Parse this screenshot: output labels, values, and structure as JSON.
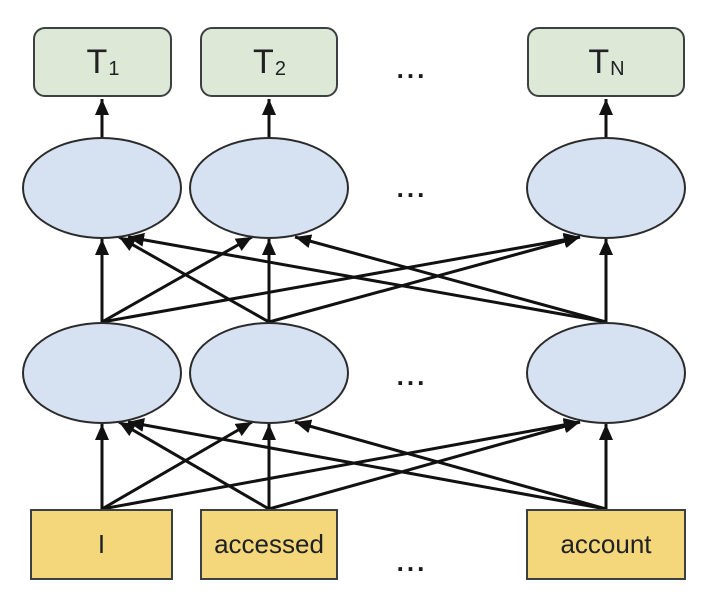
{
  "diagram": {
    "outputs": {
      "items": [
        {
          "base": "T",
          "sub": "1"
        },
        {
          "base": "T",
          "sub": "2"
        },
        {
          "base": "T",
          "sub": "N"
        }
      ],
      "ellipsis": "..."
    },
    "hidden_upper": {
      "ellipsis": "..."
    },
    "hidden_lower": {
      "ellipsis": "..."
    },
    "inputs": {
      "items": [
        "I",
        "accessed",
        "account"
      ],
      "ellipsis": "..."
    }
  },
  "colors": {
    "output_fill": "#dee8d6",
    "output_border": "#3c4043",
    "hidden_fill": "#d6e2f2",
    "hidden_border": "#2b2b2b",
    "input_fill": "#f4d77b",
    "input_border": "#3c4043",
    "arrow": "#111111"
  }
}
